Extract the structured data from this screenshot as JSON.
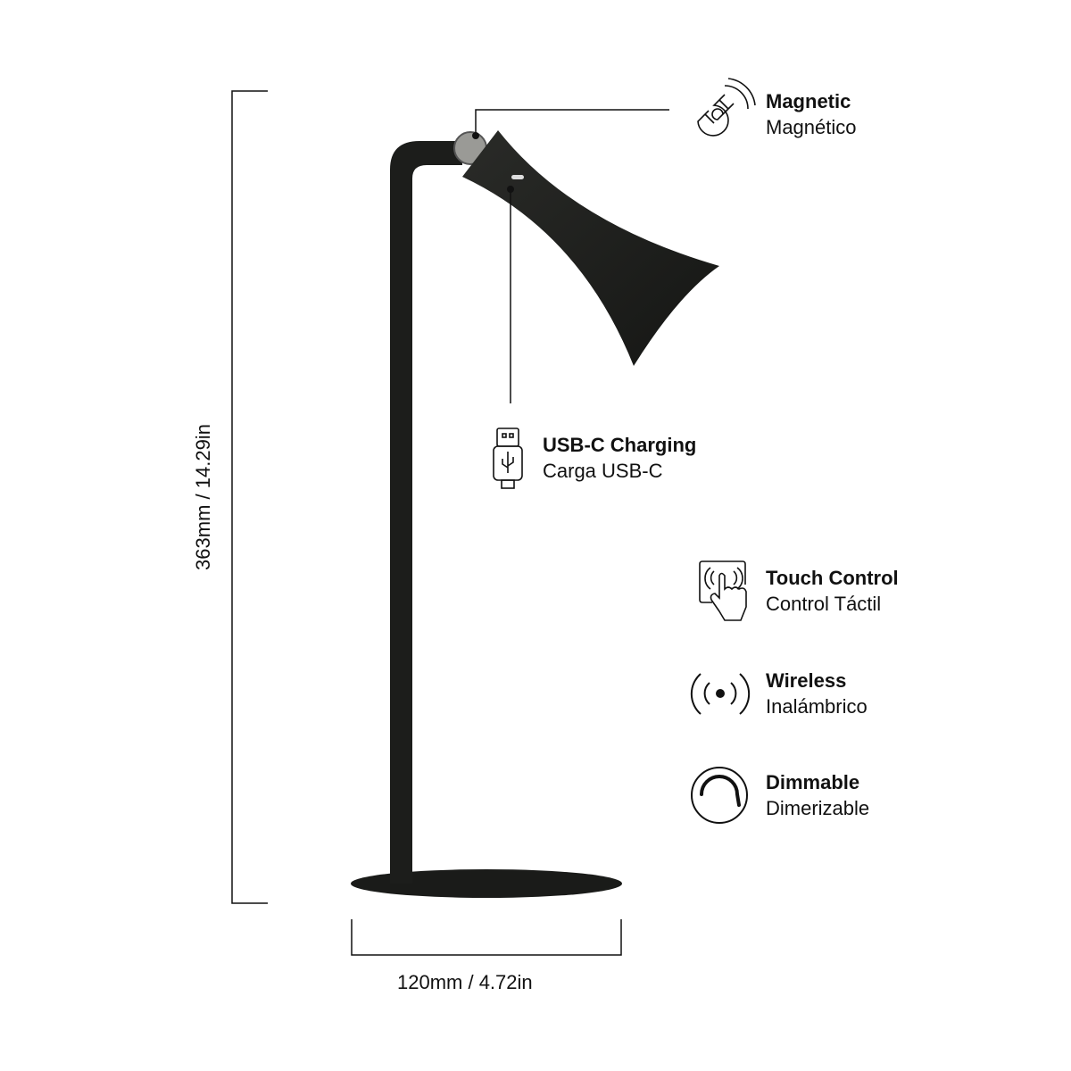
{
  "dimensions": {
    "height": "363mm / 14.29in",
    "width": "120mm / 4.72in"
  },
  "features": [
    {
      "icon": "magnet-icon",
      "title": "Magnetic",
      "subtitle": "Magnético"
    },
    {
      "icon": "usb-plug-icon",
      "title": "USB-C Charging",
      "subtitle": "Carga USB-C"
    },
    {
      "icon": "touch-hand-icon",
      "title": "Touch Control",
      "subtitle": "Control Táctil"
    },
    {
      "icon": "wireless-icon",
      "title": "Wireless",
      "subtitle": "Inalámbrico"
    },
    {
      "icon": "dimmer-icon",
      "title": "Dimmable",
      "subtitle": "Dimerizable"
    }
  ],
  "colors": {
    "lamp": "#1c1d1b",
    "line": "#111111",
    "background": "#ffffff"
  }
}
